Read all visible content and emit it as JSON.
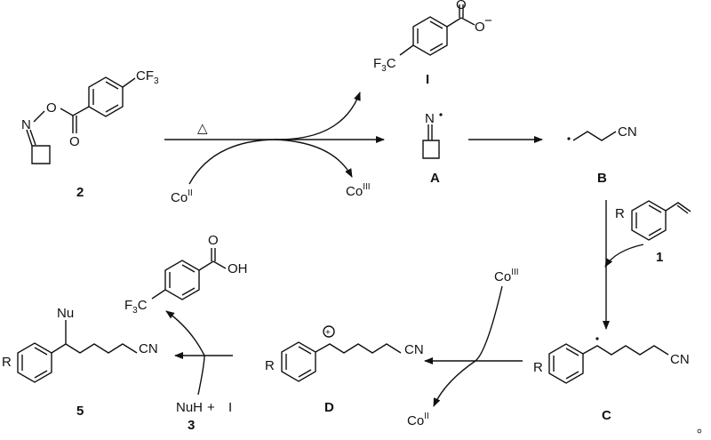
{
  "compounds": {
    "start_oxime_ester": "2",
    "benzoate_anion": "I",
    "iminyl_radical": "A",
    "alkyl_radical": "B",
    "styrene": "1",
    "benzylic_radical": "C",
    "carbocation": "D",
    "nucleophile": "3",
    "product": "5"
  },
  "reagents": {
    "heat": "△",
    "co2": "Co",
    "co2_ox": "II",
    "co3": "Co",
    "co3_ox": "III",
    "co3_b": "Co",
    "co3_b_ox": "III",
    "co2_b": "Co",
    "co2_b_ox": "II",
    "nuh": "NuH",
    "plus": "+",
    "i_anion": "I"
  },
  "labels": {
    "cf3_top": "CF",
    "cf3_top_sub": "3",
    "f3c_anion": "F",
    "f3c_anion_sub": "3",
    "f3c_anion_c": "C",
    "f3c_acid": "F",
    "f3c_acid_sub": "3",
    "f3c_acid_c": "C",
    "oh": "OH",
    "o_top_anion": "O",
    "o_minus_anion": "O",
    "minus": "−",
    "o_acid": "O",
    "n_oxime": "N",
    "o_oxime": "O",
    "o_carbonyl": "O",
    "n_imine": "N",
    "cn_b": "CN",
    "cn_c": "CN",
    "cn_d": "CN",
    "cn_5": "CN",
    "nu": "Nu",
    "r_1": "R",
    "r_c": "R",
    "r_d": "R",
    "r_5": "R",
    "cation": "+",
    "footnote": "。"
  },
  "colors": {
    "ink": "#111111",
    "background": "#ffffff"
  }
}
